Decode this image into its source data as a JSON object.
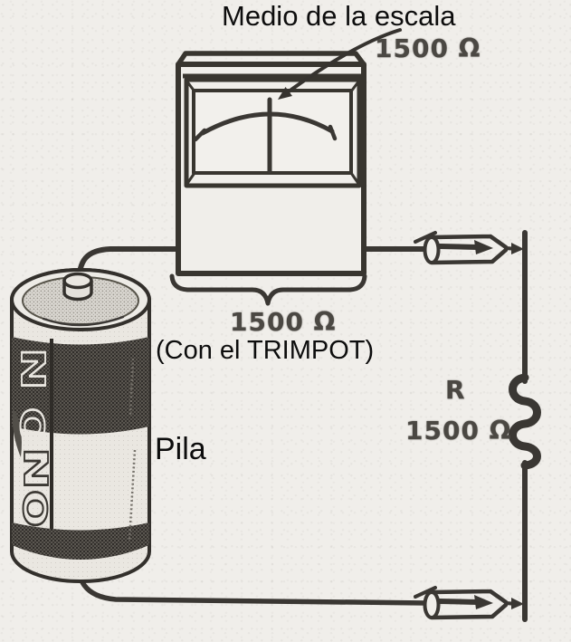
{
  "diagram": {
    "annotation": {
      "label": "Medio de la escala",
      "value": "1500 Ω"
    },
    "meter_caption": {
      "value": "1500 Ω",
      "note": "(Con el TRIMPOT)"
    },
    "battery": {
      "label": "Pila",
      "print_letters": [
        "N",
        "O",
        "N",
        "O"
      ]
    },
    "resistor": {
      "designator": "R",
      "value": "1500 Ω"
    }
  },
  "colors": {
    "paper": "#f0eeea",
    "ink": "#3a3733",
    "scan_text": "#4b4843",
    "label_text": "#0d0d0d"
  }
}
